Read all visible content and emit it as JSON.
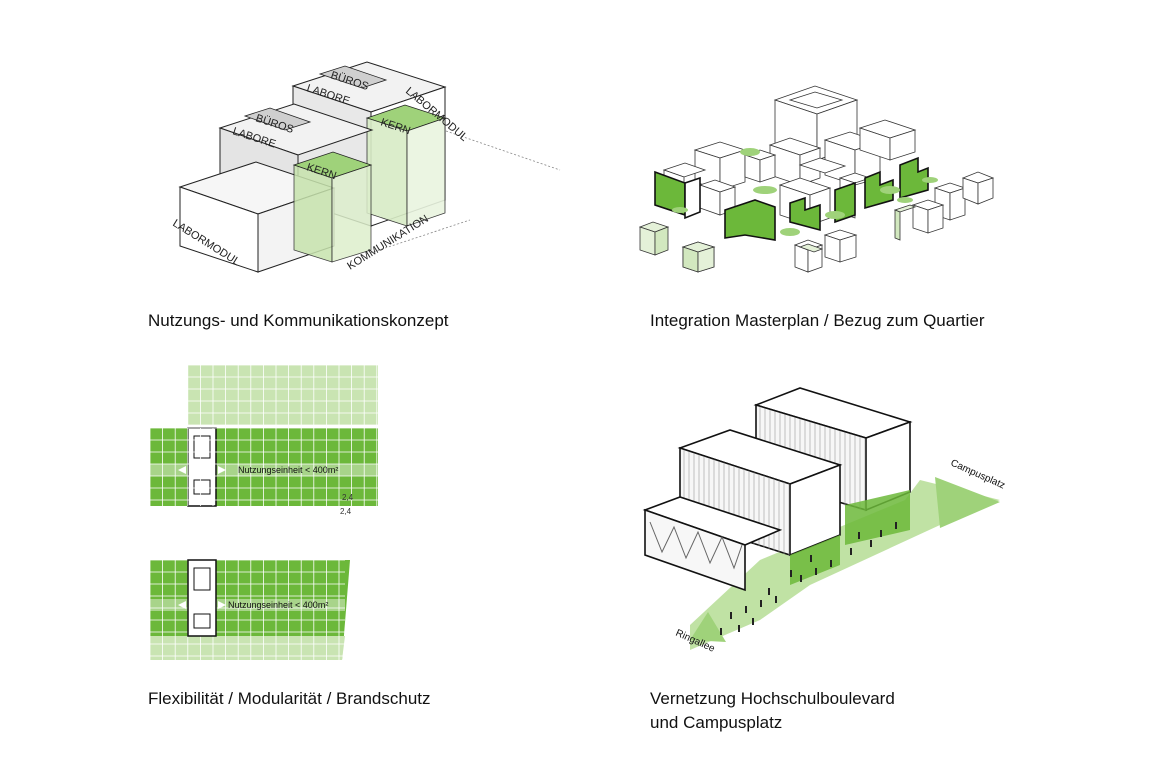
{
  "captions": {
    "concept": "Nutzungs- und Kommunikationskonzept",
    "masterplan": "Integration Masterplan / Bezug zum Quartier",
    "flexibility": "Flexibilität / Modularität / Brandschutz",
    "network_line1": "Vernetzung Hochschulboulevard",
    "network_line2": "und Campusplatz"
  },
  "diagram_concept": {
    "labels": {
      "bueros_left": "BÜROS",
      "labore_left": "LABORE",
      "kern_left": "KERN",
      "bueros_right": "BÜROS",
      "labore_right": "LABORE",
      "kern_right": "KERN",
      "labormodul_top": "LABORMODUL",
      "labormodul_bottom": "LABORMODUL",
      "kommunikation": "KOMMUNIKATION"
    }
  },
  "diagram_flexibility": {
    "unit_label_1": "Nutzungseinheit < 400m²",
    "unit_label_2": "Nutzungseinheit < 400m²",
    "grid_dim_x": "2,4",
    "grid_dim_y": "2,4"
  },
  "diagram_network": {
    "campusplatz": "Campusplatz",
    "ringallee": "Ringallee"
  },
  "colors": {
    "green_dark": "#6cb83a",
    "green_mid": "#8cc865",
    "green_light": "#c9e4b2",
    "green_pale": "#e4f1d8",
    "line": "#222222"
  }
}
